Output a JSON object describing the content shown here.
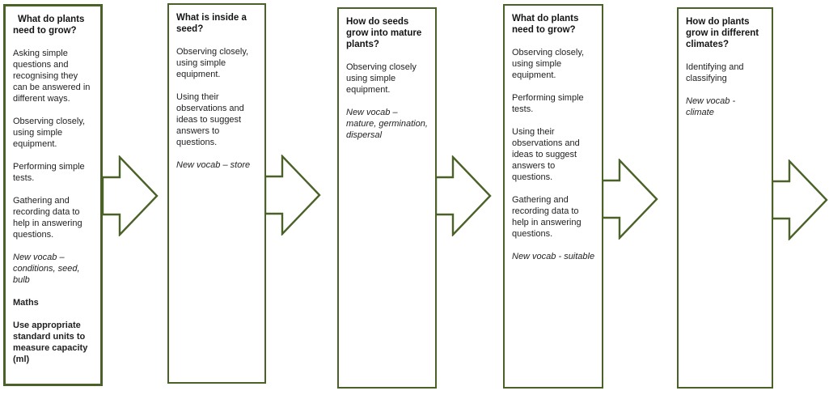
{
  "diagram": {
    "type": "flow",
    "accent_color": "#4a6128",
    "text_color": "#1f1f1f",
    "background_color": "#ffffff",
    "arrow_icon": "right-block-arrow",
    "boxes": [
      {
        "title": "What do plants need to grow?",
        "paragraphs": [
          {
            "text": "Asking simple questions and recognising they can be answered in different ways.",
            "style": "normal"
          },
          {
            "text": "Observing closely, using simple equipment.",
            "style": "normal"
          },
          {
            "text": "Performing simple tests.",
            "style": "normal"
          },
          {
            "text": "Gathering and recording data to help in answering questions.",
            "style": "normal"
          },
          {
            "text": "New vocab – conditions, seed, bulb",
            "style": "italic"
          },
          {
            "text": "Maths",
            "style": "bold"
          },
          {
            "text": "Use appropriate standard units to measure capacity (ml)",
            "style": "bold"
          }
        ]
      },
      {
        "title": "What is inside a seed?",
        "paragraphs": [
          {
            "text": "Observing closely, using simple equipment.",
            "style": "normal"
          },
          {
            "text": "Using their observations and ideas to suggest answers to questions.",
            "style": "normal"
          },
          {
            "text": "New vocab – store",
            "style": "italic"
          }
        ]
      },
      {
        "title": "How do seeds grow into mature plants?",
        "paragraphs": [
          {
            "text": "Observing closely using simple equipment.",
            "style": "normal"
          },
          {
            "text": "New vocab – mature, germination, dispersal",
            "style": "italic"
          }
        ]
      },
      {
        "title": "What do plants need to grow?",
        "paragraphs": [
          {
            "text": "Observing closely, using simple equipment.",
            "style": "normal"
          },
          {
            "text": "Performing simple tests.",
            "style": "normal"
          },
          {
            "text": "Using their observations and ideas to suggest answers to questions.",
            "style": "normal"
          },
          {
            "text": "Gathering and recording data to help in answering questions.",
            "style": "normal"
          },
          {
            "text": "New vocab - suitable",
            "style": "italic"
          }
        ]
      },
      {
        "title": "How do plants grow in different climates?",
        "paragraphs": [
          {
            "text": "Identifying and classifying",
            "style": "normal"
          },
          {
            "text": "New vocab - climate",
            "style": "italic"
          }
        ]
      }
    ]
  }
}
